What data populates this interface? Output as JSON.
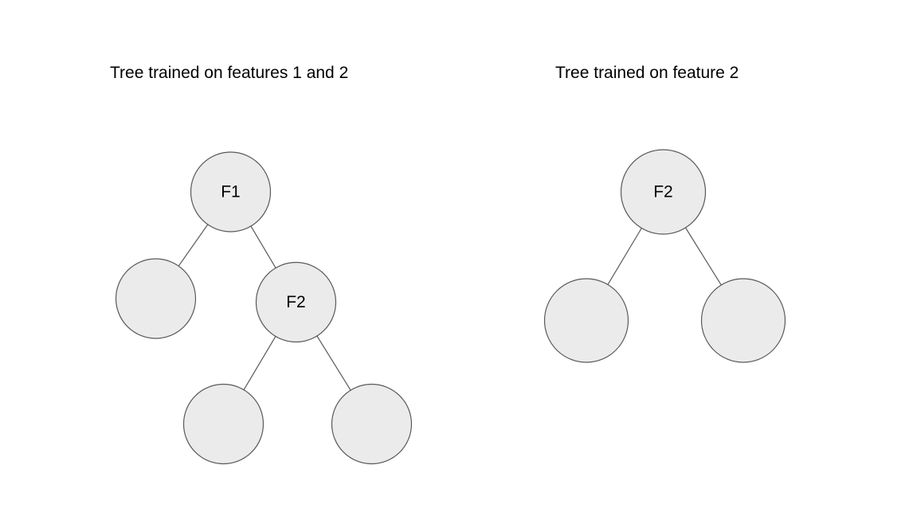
{
  "diagram": {
    "left_tree": {
      "title": "Tree trained on features 1 and 2",
      "nodes": [
        {
          "id": "root",
          "label": "F1"
        },
        {
          "id": "left-leaf",
          "label": ""
        },
        {
          "id": "split",
          "label": "F2"
        },
        {
          "id": "split-left-leaf",
          "label": ""
        },
        {
          "id": "split-right-leaf",
          "label": ""
        }
      ],
      "edges": [
        {
          "from": "root",
          "to": "left-leaf"
        },
        {
          "from": "root",
          "to": "split"
        },
        {
          "from": "split",
          "to": "split-left-leaf"
        },
        {
          "from": "split",
          "to": "split-right-leaf"
        }
      ]
    },
    "right_tree": {
      "title": "Tree trained on feature 2",
      "nodes": [
        {
          "id": "root",
          "label": "F2"
        },
        {
          "id": "left-leaf",
          "label": ""
        },
        {
          "id": "right-leaf",
          "label": ""
        }
      ],
      "edges": [
        {
          "from": "root",
          "to": "left-leaf"
        },
        {
          "from": "root",
          "to": "right-leaf"
        }
      ]
    },
    "colors": {
      "node_fill": "#ebebeb",
      "node_stroke": "#595959",
      "edge": "#595959",
      "text": "#000000"
    }
  }
}
